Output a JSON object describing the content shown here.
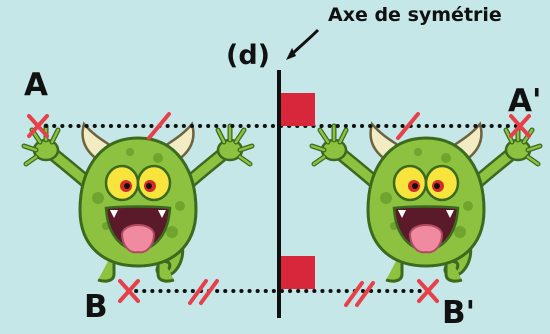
{
  "labels": {
    "title": "Axe de symétrie",
    "axis_name": "(d)",
    "point_a": "A",
    "point_a_prime": "A'",
    "point_b": "B",
    "point_b_prime": "B'"
  },
  "colors": {
    "background": "#c5e7e8",
    "axis": "#111111",
    "marker": "#e8404a",
    "right_angle": "#d8263a",
    "monster_body": "#8cc23f",
    "monster_dark": "#3b6a1f",
    "horn": "#f2ecc4",
    "eye": "#f7e43c",
    "tongue": "#f08aa0"
  },
  "icons": [
    "monster-original",
    "monster-reflected",
    "arrow-icon"
  ]
}
